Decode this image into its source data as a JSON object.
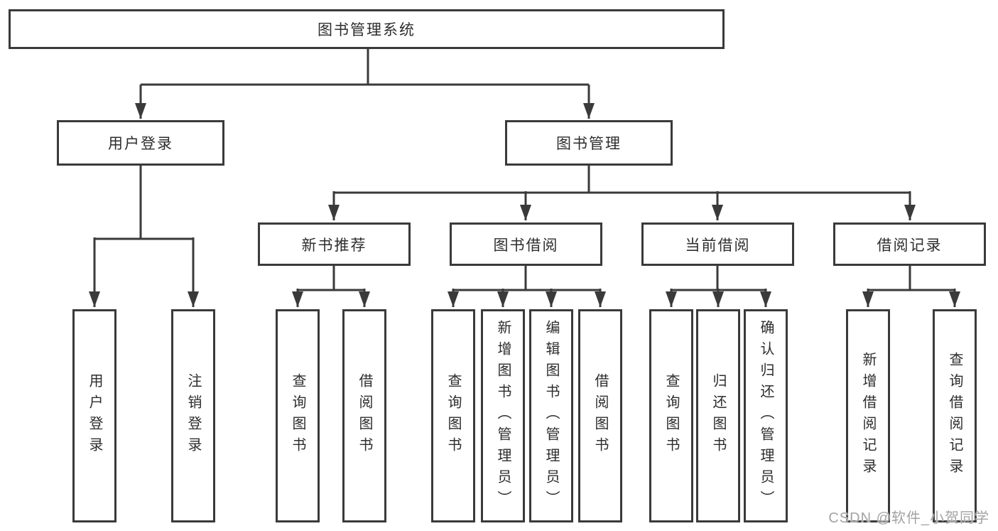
{
  "tree": {
    "label": "图书管理系统",
    "children": [
      {
        "label": "用户登录",
        "children": [
          {
            "label": "用户登录"
          },
          {
            "label": "注销登录"
          }
        ]
      },
      {
        "label": "图书管理",
        "children": [
          {
            "label": "新书推荐",
            "children": [
              {
                "label": "查询图书"
              },
              {
                "label": "借阅图书"
              }
            ]
          },
          {
            "label": "图书借阅",
            "children": [
              {
                "label": "查询图书"
              },
              {
                "label": "新增图书（管理员）"
              },
              {
                "label": "编辑图书（管理员）"
              },
              {
                "label": "借阅图书"
              }
            ]
          },
          {
            "label": "当前借阅",
            "children": [
              {
                "label": "查询图书"
              },
              {
                "label": "归还图书"
              },
              {
                "label": "确认归还（管理员）"
              }
            ]
          },
          {
            "label": "借阅记录",
            "children": [
              {
                "label": "新增借阅记录"
              },
              {
                "label": "查询借阅记录"
              }
            ]
          }
        ]
      }
    ]
  },
  "watermark": {
    "text": "CSDN @软件_小贺同学"
  },
  "colors": {
    "line": "#3a3a3a",
    "box_border": "#3a3a3a",
    "box_fill": "#ffffff",
    "text": "#2d2d2d",
    "watermark": "#a3a3a3",
    "background": "#ffffff"
  }
}
